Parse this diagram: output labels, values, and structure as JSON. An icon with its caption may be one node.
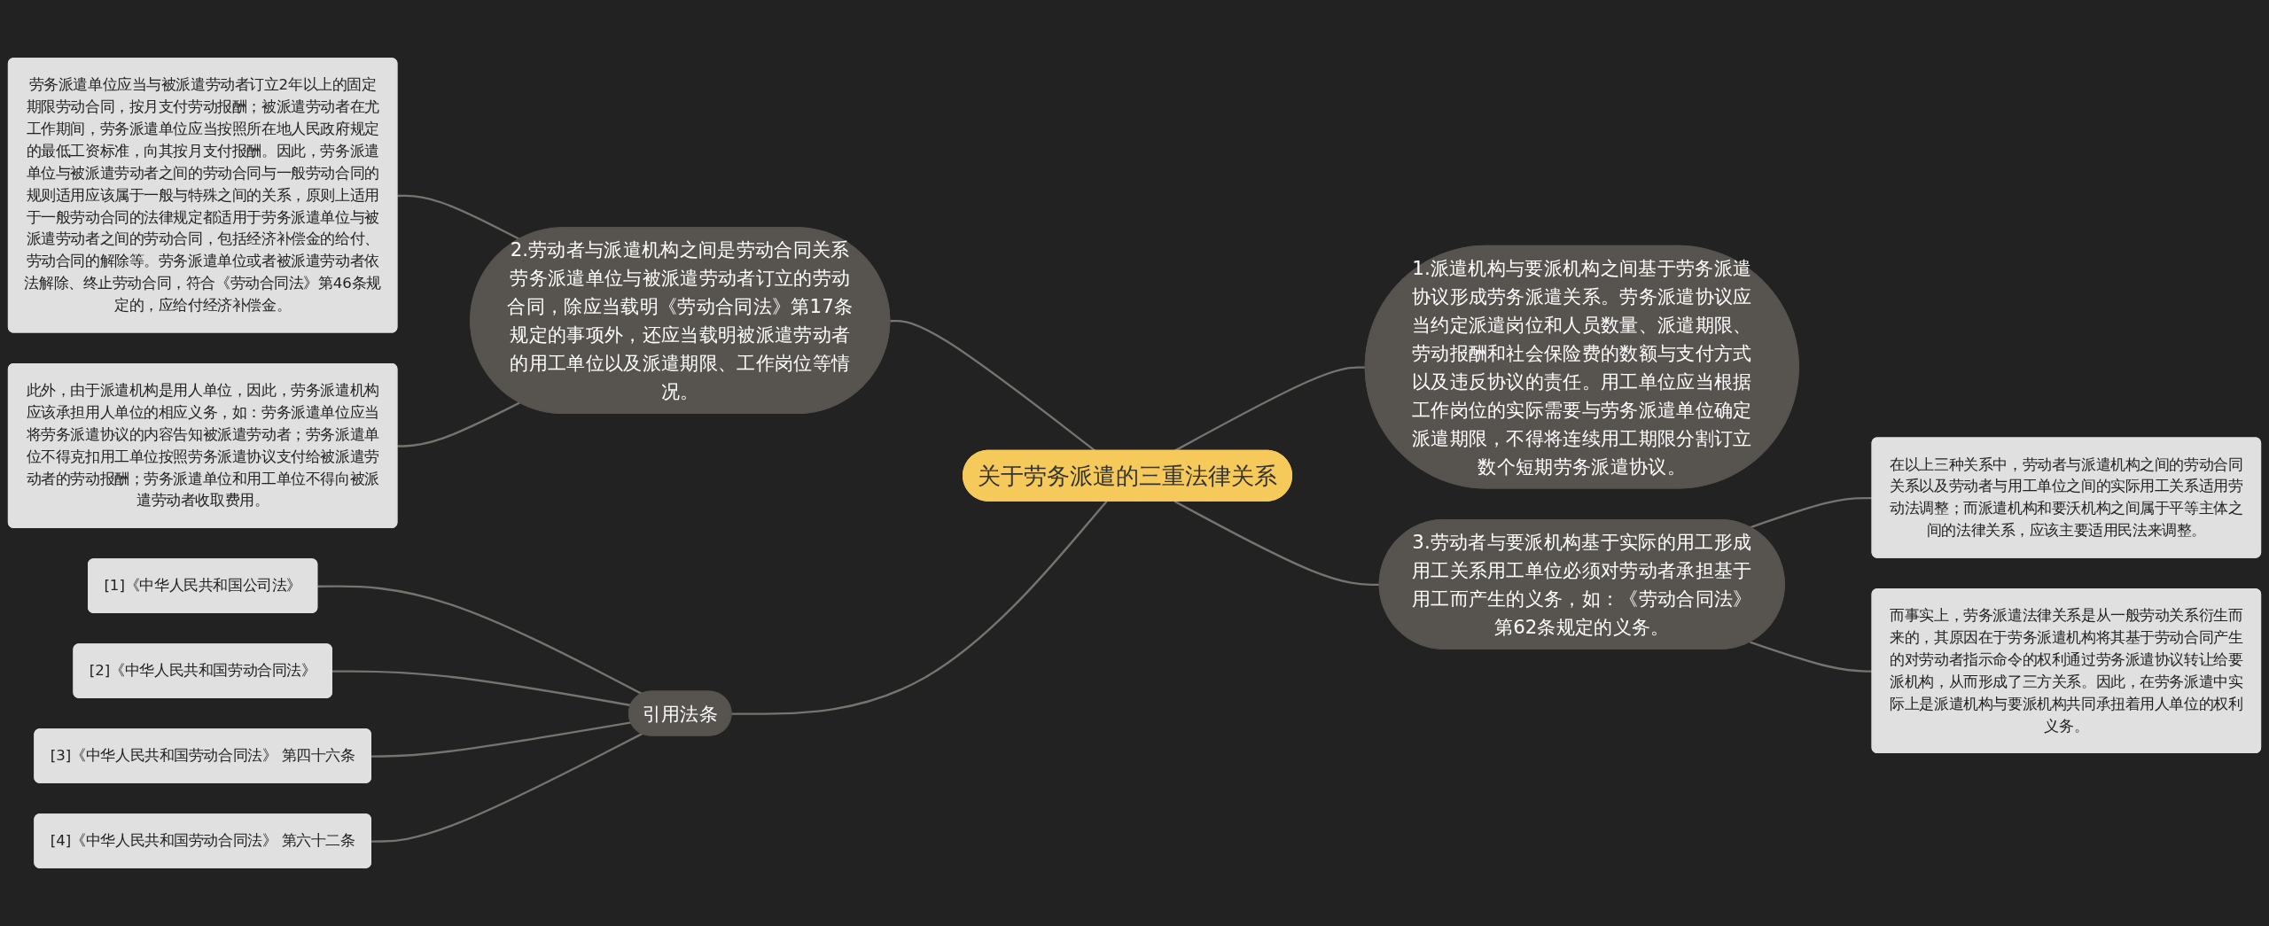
{
  "diagram": {
    "nodes": [
      {
        "text": [
          "关于劳务派遣的三重法律关系"
        ]
      },
      {
        "text": [
          "1.派遣机构与要派机构之间基于劳务派遣协议形成劳务派遣关系。劳务派遣协议应当约定派遣岗位和人员数量、派遣期限、劳动报酬和社会保险费的数额与支付方式以及违反协议的责任。用工单位应当根据工作岗位的实际需要与劳务派遣单位确定派遣期限，不得将连续用工期限分割订立数个短期劳务派遣协议。"
        ]
      },
      {
        "text": [
          "2.劳动者与派遣机构之间是劳动合同关系劳务派遣单位与被派遣劳动者订立的劳动合同，除应当载明《劳动合同法》第17条规定的事项外，还应当载明被派遣劳动者的用工单位以及派遣期限、工作岗位等情况。"
        ]
      },
      {
        "text": [
          "劳务派遣单位应当与被派遣劳动者订立2年以上的固定期限劳动合同，按月支付劳动报酬；被派遣劳动者在尤工作期间，劳务派遣单位应当按照所在地人民政府规定的最低工资标准，向其按月支付报酬。因此，劳务派遣单位与被派遣劳动者之间的劳动合同与一般劳动合同的规则适用应该属于一般与特殊之间的关系，原则上适用于一般劳动合同的法律规定都适用于劳务派遣单位与被派遣劳动者之间的劳动合同，包括经济补偿金的给付、劳动合同的解除等。劳务派遣单位或者被派遣劳动者依法解除、终止劳动合同，符合《劳动合同法》第46条规定的，应给付经济补偿金。"
        ]
      },
      {
        "text": [
          "此外，由于派遣机构是用人单位，因此，劳务派遣机构应该承担用人单位的相应义务，如：劳务派遣单位应当将劳务派遣协议的内容告知被派遣劳动者；劳务派遣单位不得克扣用工单位按照劳务派遣协议支付给被派遣劳动者的劳动报酬；劳务派遣单位和用工单位不得向被派遣劳动者收取费用。"
        ]
      },
      {
        "text": [
          "3.劳动者与要派机构基于实际的用工形成用工关系用工单位必须对劳动者承担基于用工而产生的义务，如：《劳动合同法》第62条规定的义务。"
        ]
      },
      {
        "text": [
          "在以上三种关系中，劳动者与派遣机构之间的劳动合同关系以及劳动者与用工单位之间的实际用工关系适用劳动法调整；而派遣机构和要沃机构之间属于平等主体之间的法律关系，应该主要适用民法来调整。"
        ]
      },
      {
        "text": [
          "而事实上，劳务派遣法律关系是从一般劳动关系衍生而来的，其原因在于劳务派遣机构将其基于劳动合同产生的对劳动者指示命令的权利通过劳务派遣协议转让给要派机构，从而形成了三方关系。因此，在劳务派遣中实际上是派遣机构与要派机构共同承扭着用人单位的权利义务。"
        ]
      },
      {
        "text": [
          "引用法条"
        ]
      },
      {
        "text": [
          "[1]《中华人民共和国公司法》"
        ]
      },
      {
        "text": [
          "[2]《中华人民共和国劳动合同法》"
        ]
      },
      {
        "text": [
          "[3]《中华人民共和国劳动合同法》 第四十六条"
        ]
      },
      {
        "text": [
          "[4]《中华人民共和国劳动合同法》 第六十二条"
        ]
      }
    ],
    "edges": [
      {
        "from": 3,
        "to": 2,
        "arrow": "none"
      },
      {
        "from": 4,
        "to": 2,
        "arrow": "none"
      },
      {
        "from": 2,
        "to": 0,
        "arrow": "none"
      },
      {
        "from": 0,
        "to": 1,
        "arrow": "none"
      },
      {
        "from": 0,
        "to": 5,
        "arrow": "none"
      },
      {
        "from": 5,
        "to": 6,
        "arrow": "none"
      },
      {
        "from": 5,
        "to": 7,
        "arrow": "none"
      },
      {
        "from": 9,
        "to": 8,
        "arrow": "none"
      },
      {
        "from": 10,
        "to": 8,
        "arrow": "none"
      },
      {
        "from": 11,
        "to": 8,
        "arrow": "none"
      },
      {
        "from": 12,
        "to": 8,
        "arrow": "none"
      },
      {
        "from": 8,
        "to": 0,
        "arrow": "none"
      }
    ]
  }
}
